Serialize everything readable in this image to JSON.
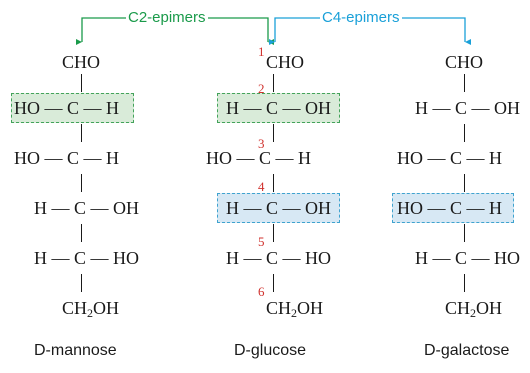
{
  "epimers": {
    "c2_label": "C2-epimers",
    "c4_label": "C4-epimers",
    "c2_color": "#1a9a4a",
    "c4_color": "#1aa0d8"
  },
  "highlight_colors": {
    "green_fill": "#d9ebd9",
    "blue_fill": "#d7e8f4"
  },
  "mannose": {
    "name": "D-mannose",
    "top": "CHO",
    "r2_left": "HO",
    "r2_right": "H",
    "r3_left": "HO",
    "r3_right": "H",
    "r4_left": "H",
    "r4_right": "OH",
    "r5_left": "H",
    "r5_right": "HO",
    "bottom_a": "CH",
    "bottom_sub": "2",
    "bottom_b": "OH"
  },
  "glucose": {
    "name": "D-glucose",
    "top": "CHO",
    "r2_left": "H",
    "r2_right": "OH",
    "r3_left": "HO",
    "r3_right": "H",
    "r4_left": "H",
    "r4_right": "OH",
    "r5_left": "H",
    "r5_right": "HO",
    "bottom_a": "CH",
    "bottom_sub": "2",
    "bottom_b": "OH",
    "numbers": [
      "1",
      "2",
      "3",
      "4",
      "5",
      "6"
    ]
  },
  "galactose": {
    "name": "D-galactose",
    "top": "CHO",
    "r2_left": "H",
    "r2_right": "OH",
    "r3_left": "HO",
    "r3_right": "H",
    "r4_left": "HO",
    "r4_right": "H",
    "r5_left": "H",
    "r5_right": "HO",
    "bottom_a": "CH",
    "bottom_sub": "2",
    "bottom_b": "OH"
  },
  "atom": "C",
  "bond": "—"
}
